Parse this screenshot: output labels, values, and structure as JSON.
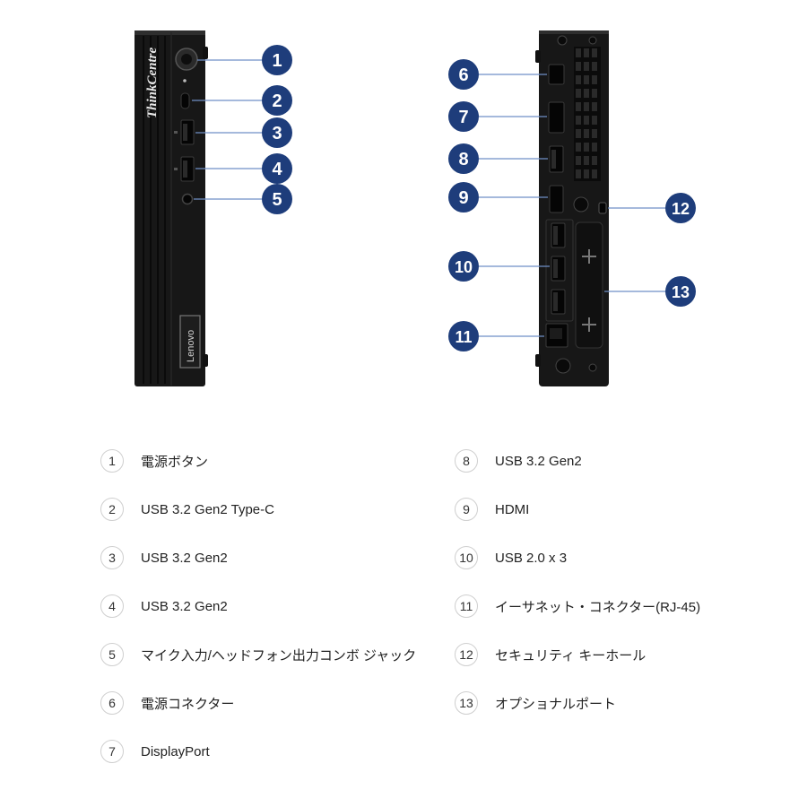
{
  "front": {
    "brand_vertical": "ThinkCentre",
    "badge_text": "Lenovo"
  },
  "callouts": [
    "1",
    "2",
    "3",
    "4",
    "5",
    "6",
    "7",
    "8",
    "9",
    "10",
    "11",
    "12",
    "13"
  ],
  "legend_left": [
    {
      "num": "1",
      "label": "電源ボタン"
    },
    {
      "num": "2",
      "label": "USB 3.2 Gen2 Type-C"
    },
    {
      "num": "3",
      "label": "USB 3.2 Gen2"
    },
    {
      "num": "4",
      "label": "USB 3.2 Gen2"
    },
    {
      "num": "5",
      "label": "マイク入力/ヘッドフォン出力コンボ ジャック"
    },
    {
      "num": "6",
      "label": "電源コネクター"
    },
    {
      "num": "7",
      "label": "DisplayPort"
    }
  ],
  "legend_right": [
    {
      "num": "8",
      "label": "USB 3.2 Gen2"
    },
    {
      "num": "9",
      "label": "HDMI"
    },
    {
      "num": "10",
      "label": "USB 2.0 x 3"
    },
    {
      "num": "11",
      "label": "イーサネット・コネクター(RJ-45)"
    },
    {
      "num": "12",
      "label": "セキュリティ キーホール"
    },
    {
      "num": "13",
      "label": "オプショナルポート"
    }
  ],
  "colors": {
    "callout_fill": "#1e3d7b",
    "callout_text": "#ffffff",
    "leader_line": "#6f8fc6",
    "device_body": "#161616",
    "device_edge": "#2c2c2c",
    "port": "#050505"
  }
}
